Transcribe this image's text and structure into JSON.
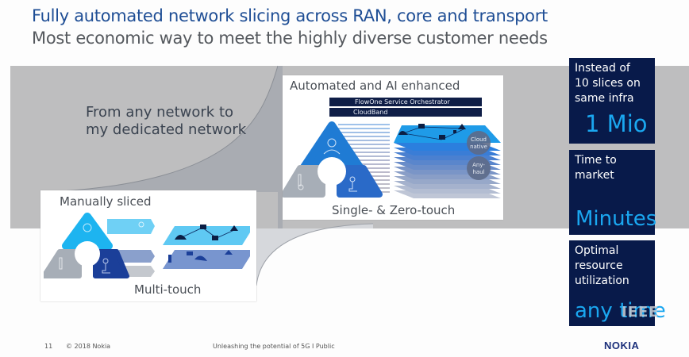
{
  "header": {
    "title": "Fully automated network slicing across RAN, core and transport",
    "subtitle": "Most economic way to meet the highly diverse customer needs"
  },
  "lead_text": [
    "From any network to",
    "my dedicated network"
  ],
  "manual_card": {
    "title": "Manually sliced",
    "caption": "Multi-touch"
  },
  "automated_card": {
    "title": "Automated and AI enhanced",
    "bars": [
      "FlowOne Service Orchestrator",
      "CloudBand"
    ],
    "badges": [
      {
        "line1": "Cloud",
        "line2": "native"
      },
      {
        "line1": "Any-",
        "line2": "haul"
      }
    ],
    "caption": "Single- & Zero-touch"
  },
  "stats": [
    {
      "label": "Instead of\n10 slices on\nsame infra",
      "value": "1 Mio"
    },
    {
      "label": "Time to\nmarket",
      "value": "Minutes"
    },
    {
      "label": "Optimal\nresource\nutilization",
      "value": "any time"
    }
  ],
  "watermark": "IEEE",
  "footer": {
    "page": "11",
    "copyright": "© 2018 Nokia",
    "center": "Unleashing the potential of 5G  I  Public",
    "logo": "NOKIA"
  },
  "colors": {
    "title": "#1f4e95",
    "stat_bg": "#081a4a",
    "stat_value": "#1aa7f0",
    "band": "#bebebf",
    "logo": "#1b2f7a"
  }
}
